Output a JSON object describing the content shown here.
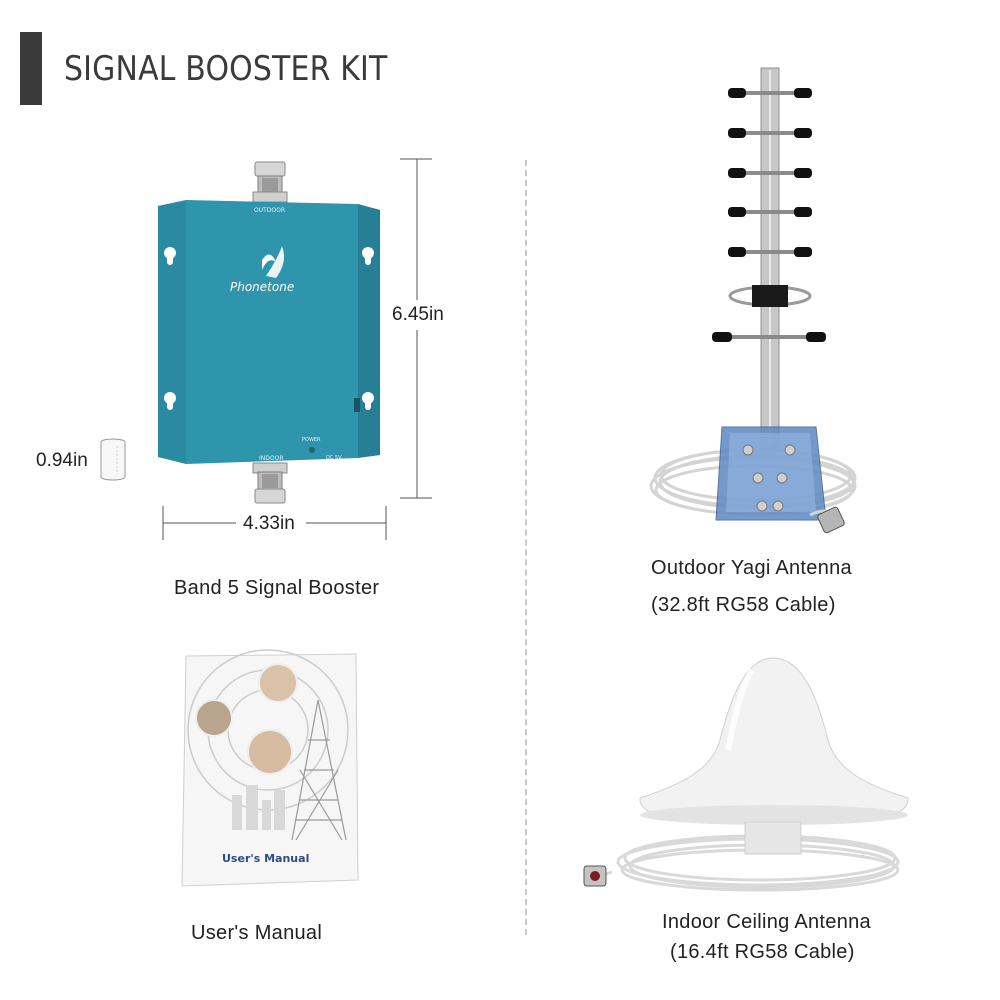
{
  "header": {
    "title": "SIGNAL BOOSTER KIT"
  },
  "booster": {
    "brand": "Phonetone",
    "port_top": "OUTDOOR",
    "port_bottom": "INDOOR",
    "power_label": "POWER",
    "dc_label": "DC 5V",
    "height_label": "6.45in",
    "width_label": "4.33in",
    "depth_label": "0.94in",
    "caption": "Band 5 Signal Booster"
  },
  "yagi": {
    "caption_line1": "Outdoor Yagi Antenna",
    "caption_line2": "(32.8ft RG58 Cable)"
  },
  "manual": {
    "cover_title": "User's Manual",
    "caption": "User's Manual"
  },
  "ceiling": {
    "caption_line1": "Indoor Ceiling Antenna",
    "caption_line2": "(16.4ft RG58 Cable)"
  },
  "colors": {
    "booster_teal": "#2f95ad",
    "booster_dark": "#217a8f",
    "title_gray": "#3a3a3a"
  }
}
